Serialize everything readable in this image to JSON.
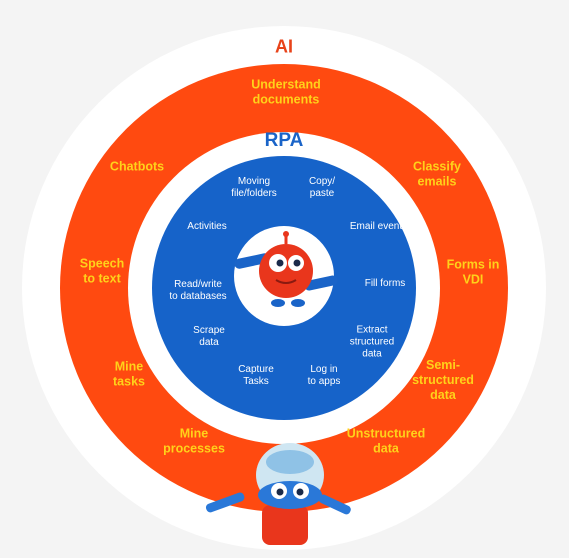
{
  "diagram": {
    "outer_title": "AI",
    "inner_title": "RPA",
    "ai_items": [
      "Understand\ndocuments",
      "Classify\nemails",
      "Forms in\nVDI",
      "Semi-\nstructured\ndata",
      "Unstructured\ndata",
      "Mine\nprocesses",
      "Mine\ntasks",
      "Speech\nto text",
      "Chatbots"
    ],
    "rpa_items": [
      "Moving\nfile/folders",
      "Copy/\npaste",
      "Email event",
      "Fill forms",
      "Extract\nstructured\ndata",
      "Log in\nto apps",
      "Capture\nTasks",
      "Scrape\ndata",
      "Read/write\nto databases",
      "Activities"
    ],
    "colors": {
      "ai_ring": "#ff4a10",
      "rpa_ring": "#1663c9",
      "ai_text": "#ffd21a",
      "rpa_text": "#ffffff",
      "ai_title": "#e8431a",
      "rpa_title": "#1a64c8"
    },
    "icons": {
      "center_robot": "red-robot-icon",
      "bottom_robot": "blue-robot-icon"
    }
  }
}
